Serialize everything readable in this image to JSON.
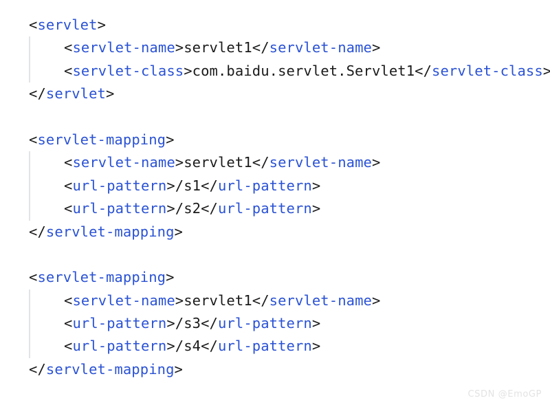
{
  "document": {
    "language": "xml",
    "background": "#ffffff",
    "colors": {
      "tag": "#2a52d4",
      "punctuation": "#1a1a1a",
      "text": "#1a1a1a",
      "indent_guide": "#e1e4e8",
      "watermark": "#e3e3e3"
    }
  },
  "watermark": {
    "text": "CSDN @EmoGP"
  },
  "lines": [
    {
      "id": "line-1",
      "indented": false,
      "tokens": [
        {
          "t": "punct",
          "v": "<"
        },
        {
          "t": "tag",
          "v": "servlet"
        },
        {
          "t": "punct",
          "v": ">"
        }
      ]
    },
    {
      "id": "line-2",
      "indented": true,
      "tokens": [
        {
          "t": "punct",
          "v": "<"
        },
        {
          "t": "tag",
          "v": "servlet-name"
        },
        {
          "t": "punct",
          "v": ">"
        },
        {
          "t": "text",
          "v": "servlet1"
        },
        {
          "t": "punct",
          "v": "</"
        },
        {
          "t": "tag",
          "v": "servlet-name"
        },
        {
          "t": "punct",
          "v": ">"
        }
      ]
    },
    {
      "id": "line-3",
      "indented": true,
      "tokens": [
        {
          "t": "punct",
          "v": "<"
        },
        {
          "t": "tag",
          "v": "servlet-class"
        },
        {
          "t": "punct",
          "v": ">"
        },
        {
          "t": "text",
          "v": "com.baidu.servlet.Servlet1"
        },
        {
          "t": "punct",
          "v": "</"
        },
        {
          "t": "tag",
          "v": "servlet-class"
        },
        {
          "t": "punct",
          "v": ">"
        }
      ]
    },
    {
      "id": "line-4",
      "indented": false,
      "tokens": [
        {
          "t": "punct",
          "v": "</"
        },
        {
          "t": "tag",
          "v": "servlet"
        },
        {
          "t": "punct",
          "v": ">"
        }
      ]
    },
    {
      "id": "line-5",
      "blank": true,
      "tokens": []
    },
    {
      "id": "line-6",
      "indented": false,
      "tokens": [
        {
          "t": "punct",
          "v": "<"
        },
        {
          "t": "tag",
          "v": "servlet-mapping"
        },
        {
          "t": "punct",
          "v": ">"
        }
      ]
    },
    {
      "id": "line-7",
      "indented": true,
      "tokens": [
        {
          "t": "punct",
          "v": "<"
        },
        {
          "t": "tag",
          "v": "servlet-name"
        },
        {
          "t": "punct",
          "v": ">"
        },
        {
          "t": "text",
          "v": "servlet1"
        },
        {
          "t": "punct",
          "v": "</"
        },
        {
          "t": "tag",
          "v": "servlet-name"
        },
        {
          "t": "punct",
          "v": ">"
        }
      ]
    },
    {
      "id": "line-8",
      "indented": true,
      "tokens": [
        {
          "t": "punct",
          "v": "<"
        },
        {
          "t": "tag",
          "v": "url-pattern"
        },
        {
          "t": "punct",
          "v": ">"
        },
        {
          "t": "text",
          "v": "/s1"
        },
        {
          "t": "punct",
          "v": "</"
        },
        {
          "t": "tag",
          "v": "url-pattern"
        },
        {
          "t": "punct",
          "v": ">"
        }
      ]
    },
    {
      "id": "line-9",
      "indented": true,
      "tokens": [
        {
          "t": "punct",
          "v": "<"
        },
        {
          "t": "tag",
          "v": "url-pattern"
        },
        {
          "t": "punct",
          "v": ">"
        },
        {
          "t": "text",
          "v": "/s2"
        },
        {
          "t": "punct",
          "v": "</"
        },
        {
          "t": "tag",
          "v": "url-pattern"
        },
        {
          "t": "punct",
          "v": ">"
        }
      ]
    },
    {
      "id": "line-10",
      "indented": false,
      "tokens": [
        {
          "t": "punct",
          "v": "</"
        },
        {
          "t": "tag",
          "v": "servlet-mapping"
        },
        {
          "t": "punct",
          "v": ">"
        }
      ]
    },
    {
      "id": "line-11",
      "blank": true,
      "tokens": []
    },
    {
      "id": "line-12",
      "indented": false,
      "tokens": [
        {
          "t": "punct",
          "v": "<"
        },
        {
          "t": "tag",
          "v": "servlet-mapping"
        },
        {
          "t": "punct",
          "v": ">"
        }
      ]
    },
    {
      "id": "line-13",
      "indented": true,
      "tokens": [
        {
          "t": "punct",
          "v": "<"
        },
        {
          "t": "tag",
          "v": "servlet-name"
        },
        {
          "t": "punct",
          "v": ">"
        },
        {
          "t": "text",
          "v": "servlet1"
        },
        {
          "t": "punct",
          "v": "</"
        },
        {
          "t": "tag",
          "v": "servlet-name"
        },
        {
          "t": "punct",
          "v": ">"
        }
      ]
    },
    {
      "id": "line-14",
      "indented": true,
      "tokens": [
        {
          "t": "punct",
          "v": "<"
        },
        {
          "t": "tag",
          "v": "url-pattern"
        },
        {
          "t": "punct",
          "v": ">"
        },
        {
          "t": "text",
          "v": "/s3"
        },
        {
          "t": "punct",
          "v": "</"
        },
        {
          "t": "tag",
          "v": "url-pattern"
        },
        {
          "t": "punct",
          "v": ">"
        }
      ]
    },
    {
      "id": "line-15",
      "indented": true,
      "tokens": [
        {
          "t": "punct",
          "v": "<"
        },
        {
          "t": "tag",
          "v": "url-pattern"
        },
        {
          "t": "punct",
          "v": ">"
        },
        {
          "t": "text",
          "v": "/s4"
        },
        {
          "t": "punct",
          "v": "</"
        },
        {
          "t": "tag",
          "v": "url-pattern"
        },
        {
          "t": "punct",
          "v": ">"
        }
      ]
    },
    {
      "id": "line-16",
      "indented": false,
      "tokens": [
        {
          "t": "punct",
          "v": "</"
        },
        {
          "t": "tag",
          "v": "servlet-mapping"
        },
        {
          "t": "punct",
          "v": ">"
        }
      ]
    }
  ]
}
